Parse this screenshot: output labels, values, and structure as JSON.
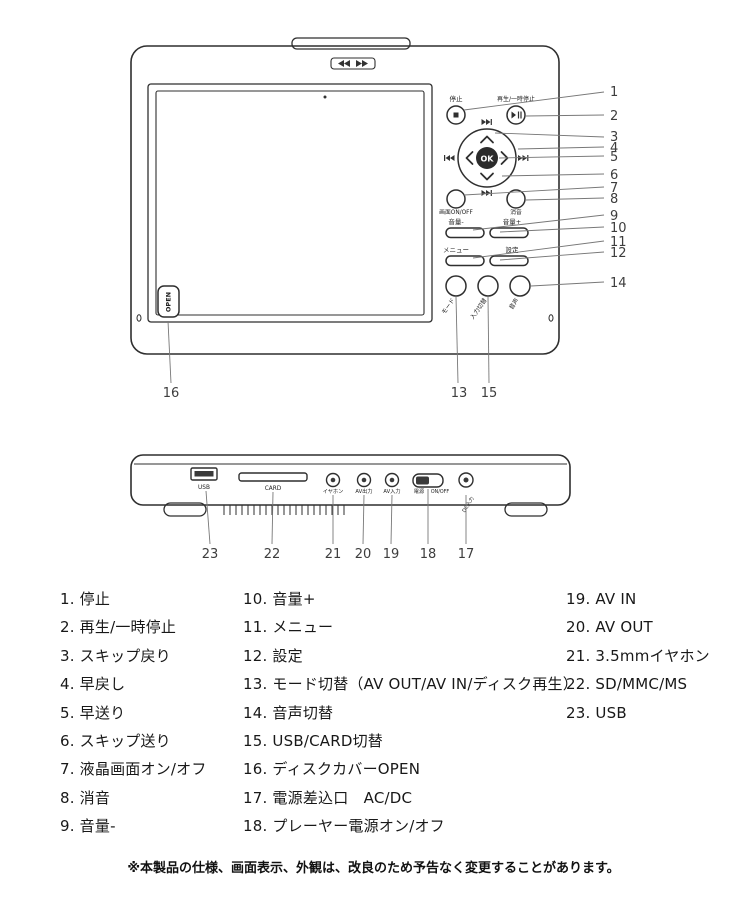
{
  "front_view": {
    "callouts": [
      "1",
      "2",
      "3",
      "4",
      "5",
      "6",
      "7",
      "8",
      "9",
      "10",
      "11",
      "12",
      "14"
    ],
    "bottom_callouts": {
      "open_tab": "16",
      "mode_button": "13",
      "input_button": "15"
    },
    "labels": {
      "stop": "停止",
      "play_pause": "再生/一時停止",
      "ok": "OK",
      "screen_onoff": "画面ON/OFF",
      "mute": "消音",
      "volume_minus": "音量-",
      "volume_plus": "音量+",
      "menu": "メニュー",
      "setup": "設定",
      "mode": "モード",
      "input_switch": "入力切替",
      "audio": "音声",
      "open": "OPEN"
    }
  },
  "side_view": {
    "callouts": [
      "23",
      "22",
      "21",
      "20",
      "19",
      "18",
      "17"
    ],
    "labels": {
      "usb": "USB",
      "card": "CARD",
      "earphone": "イヤホン",
      "av_out": "AV出力",
      "av_in": "AV入力",
      "power": "電源",
      "onoff": "ON/OFF",
      "dc": "DC入力"
    }
  },
  "legend": {
    "col1": [
      "1. 停止",
      "2. 再生/一時停止",
      "3. スキップ戻り",
      "4. 早戻し",
      "5. 早送り",
      "6. スキップ送り",
      "7. 液晶画面オン/オフ",
      "8. 消音",
      "9. 音量-"
    ],
    "col2": [
      "10. 音量+",
      "11. メニュー",
      "12. 設定",
      "13. モード切替（AV OUT/AV IN/ディスク再生）",
      "14. 音声切替",
      "15. USB/CARD切替",
      "16. ディスクカバーOPEN",
      "17. 電源差込口　AC/DC",
      "18. プレーヤー電源オン/オフ"
    ],
    "col3": [
      "19. AV IN",
      "20. AV OUT",
      "21. 3.5mmイヤホン",
      "22. SD/MMC/MS",
      "23. USB"
    ]
  },
  "footer": "※本製品の仕様、画面表示、外観は、改良のため予告なく変更することがあります。"
}
